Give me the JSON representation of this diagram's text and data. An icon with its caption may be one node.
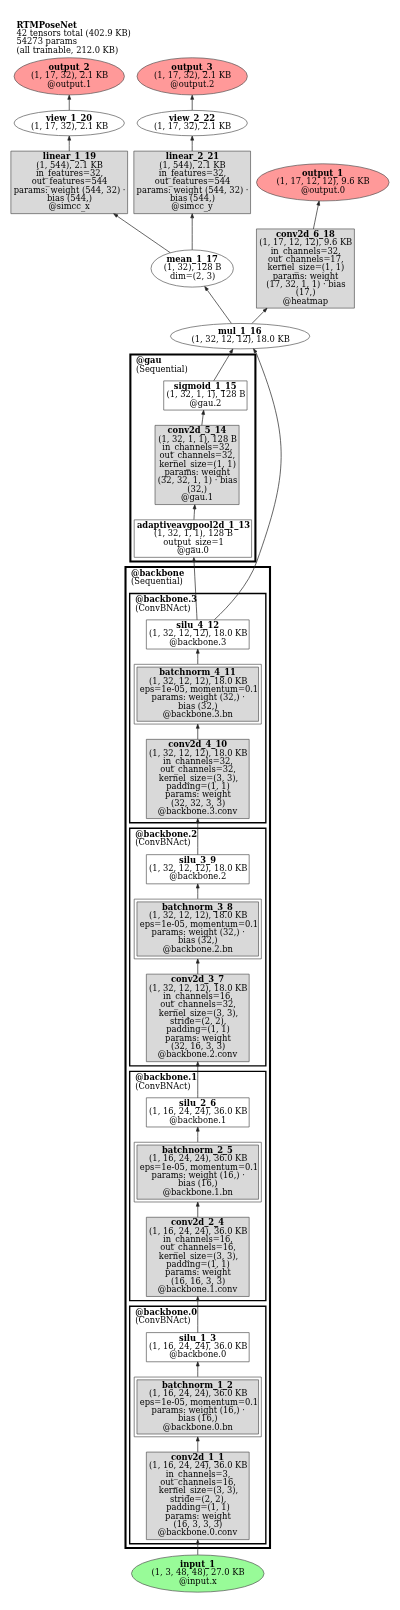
{
  "diagram": {
    "title": "RTMPoseNet",
    "caption": "42 tensors total (402.9 KB) 54273 params (all trainable, 212.0 KB)",
    "nodes": [
      {
        "text": [
          "output_3",
          "(1, 17, 32), 2.1 KB",
          "@output.2"
        ]
      },
      {
        "text": [
          "output_2",
          "(1, 17, 32), 2.1 KB",
          "@output.1"
        ]
      },
      {
        "text": [
          "view_1_20",
          "(1, 17, 32), 2.1 KB"
        ]
      },
      {
        "text": [
          "view_2_22",
          "(1, 17, 32), 2.1 KB"
        ]
      },
      {
        "text": [
          "linear_1_19",
          "(1, 544), 2.1 KB",
          "in_features=32, out_features=544",
          "params: weight (544, 32) · bias (544,)",
          "@simcc_x"
        ]
      },
      {
        "text": [
          "linear_2_21",
          "(1, 544), 2.1 KB",
          "in_features=32, out_features=544",
          "params: weight (544, 32) · bias (544,)",
          "@simcc_y"
        ]
      },
      {
        "text": [
          "output_1",
          "(1, 17, 12, 12), 9.6 KB",
          "@output.0"
        ]
      },
      {
        "text": [
          "mean_1_17",
          "(1, 32), 128 B",
          "dim=(2, 3)"
        ]
      },
      {
        "text": [
          "conv2d_6_18",
          "(1, 17, 12, 12), 9.6 KB",
          "in_channels=32, out_channels=17, kernel_size=(1, 1)",
          "params: weight (17, 32, 1, 1) · bias (17,)",
          "@heatmap"
        ]
      },
      {
        "text": [
          "mul_1_16",
          "(1, 32, 12, 12), 18.0 KB"
        ]
      },
      {
        "text": [
          "@gau",
          "(Sequential)"
        ]
      },
      {
        "text": [
          "sigmoid_1_15",
          "(1, 32, 1, 1), 128 B",
          "@gau.2"
        ],
        "in": 10
      },
      {
        "text": [
          "conv2d_5_14",
          "(1, 32, 1, 1), 128 B",
          "in_channels=32, out_channels=32, kernel_size=(1, 1)",
          "params: weight (32, 32, 1, 1) · bias (32,)",
          "@gau.1"
        ],
        "in": 10
      },
      {
        "text": [
          "adaptiveavgpool2d_1_13",
          "(1, 32, 1, 1), 128 B",
          "output_size=1",
          "@gau.0"
        ],
        "in": 10
      },
      {
        "text": [
          "@backbone",
          "(Sequential)"
        ]
      },
      {
        "text": [
          "@backbone.3",
          "(ConvBNAct)"
        ],
        "in": 14
      },
      {
        "text": [
          "silu_4_12",
          "(1, 32, 12, 12), 18.0 KB",
          "@backbone.3"
        ],
        "in": 15
      },
      {
        "text": [
          "batchnorm_4_11",
          "(1, 32, 12, 12), 18.0 KB",
          "eps=1e-05, momentum=0.1",
          "params: weight (32,) · bias (32,)",
          "@backbone.3.bn"
        ],
        "in": 15
      },
      {
        "text": [
          "conv2d_4_10",
          "(1, 32, 12, 12), 18.0 KB",
          "in_channels=32, out_channels=32, kernel_size=(3, 3), padding=(1, 1)",
          "params: weight (32, 32, 3, 3)",
          "@backbone.3.conv"
        ],
        "in": 15
      },
      {
        "text": [
          "@backbone.2",
          "(ConvBNAct)"
        ],
        "in": 14
      },
      {
        "text": [
          "silu_3_9",
          "(1, 32, 12, 12), 18.0 KB",
          "@backbone.2"
        ],
        "in": 19
      },
      {
        "text": [
          "batchnorm_3_8",
          "(1, 32, 12, 12), 18.0 KB",
          "eps=1e-05, momentum=0.1",
          "params: weight (32,) · bias (32,)",
          "@backbone.2.bn"
        ],
        "in": 19
      },
      {
        "text": [
          "conv2d_3_7",
          "(1, 32, 12, 12), 18.0 KB",
          "in_channels=16, out_channels=32, kernel_size=(3, 3), stride=(2, 2), padding=(1, 1)",
          "params: weight (32, 16, 3, 3)",
          "@backbone.2.conv"
        ],
        "in": 19
      },
      {
        "text": [
          "@backbone.1",
          "(ConvBNAct)"
        ],
        "in": 14
      },
      {
        "text": [
          "silu_2_6",
          "(1, 16, 24, 24), 36.0 KB",
          "@backbone.1"
        ],
        "in": 23
      },
      {
        "text": [
          "batchnorm_2_5",
          "(1, 16, 24, 24), 36.0 KB",
          "eps=1e-05, momentum=0.1",
          "params: weight (16,) · bias (16,)",
          "@backbone.1.bn"
        ],
        "in": 23
      },
      {
        "text": [
          "conv2d_2_4",
          "(1, 16, 24, 24), 36.0 KB",
          "in_channels=16, out_channels=16, kernel_size=(3, 3), padding=(1, 1)",
          "params: weight (16, 16, 3, 3)",
          "@backbone.1.conv"
        ],
        "in": 23
      },
      {
        "text": [
          "@backbone.0",
          "(ConvBNAct)"
        ],
        "in": 14
      },
      {
        "text": [
          "silu_1_3",
          "(1, 16, 24, 24), 36.0 KB",
          "@backbone.0"
        ],
        "in": 27
      },
      {
        "text": [
          "batchnorm_1_2",
          "(1, 16, 24, 24), 36.0 KB",
          "eps=1e-05, momentum=0.1",
          "params: weight (16,) · bias (16,)",
          "@backbone.0.bn"
        ],
        "in": 27
      },
      {
        "text": [
          "conv2d_1_1",
          "(1, 16, 24, 24), 36.0 KB",
          "in_channels=3, out_channels=16, kernel_size=(3, 3), stride=(2, 2), padding=(1, 1)",
          "params: weight (16, 3, 3, 3)",
          "@backbone.0.conv"
        ],
        "in": 27
      },
      {
        "text": [
          "input_1",
          "(1, 3, 48, 48), 27.0 KB",
          "@input.x"
        ]
      }
    ],
    "edges": [
      {
        "from": 31,
        "to": 30,
        "arrow": "to"
      },
      {
        "from": 30,
        "to": 29,
        "arrow": "to"
      },
      {
        "from": 29,
        "to": 28,
        "arrow": "to"
      },
      {
        "from": 28,
        "to": 26,
        "arrow": "to"
      },
      {
        "from": 26,
        "to": 25,
        "arrow": "to"
      },
      {
        "from": 25,
        "to": 24,
        "arrow": "to"
      },
      {
        "from": 24,
        "to": 22,
        "arrow": "to"
      },
      {
        "from": 22,
        "to": 21,
        "arrow": "to"
      },
      {
        "from": 21,
        "to": 20,
        "arrow": "to"
      },
      {
        "from": 20,
        "to": 18,
        "arrow": "to"
      },
      {
        "from": 18,
        "to": 17,
        "arrow": "to"
      },
      {
        "from": 17,
        "to": 16,
        "arrow": "to"
      },
      {
        "from": 16,
        "to": 13,
        "arrow": "to"
      },
      {
        "from": 16,
        "to": 9,
        "arrow": "to"
      },
      {
        "from": 13,
        "to": 12,
        "arrow": "to"
      },
      {
        "from": 12,
        "to": 11,
        "arrow": "to"
      },
      {
        "from": 11,
        "to": 9,
        "arrow": "to"
      },
      {
        "from": 9,
        "to": 7,
        "arrow": "to"
      },
      {
        "from": 9,
        "to": 8,
        "arrow": "to"
      },
      {
        "from": 8,
        "to": 6,
        "arrow": "to"
      },
      {
        "from": 7,
        "to": 4,
        "arrow": "to"
      },
      {
        "from": 7,
        "to": 5,
        "arrow": "to"
      },
      {
        "from": 4,
        "to": 2,
        "arrow": "to"
      },
      {
        "from": 5,
        "to": 3,
        "arrow": "to"
      },
      {
        "from": 2,
        "to": 1,
        "arrow": "to"
      },
      {
        "from": 3,
        "to": 0,
        "arrow": "to"
      }
    ]
  }
}
